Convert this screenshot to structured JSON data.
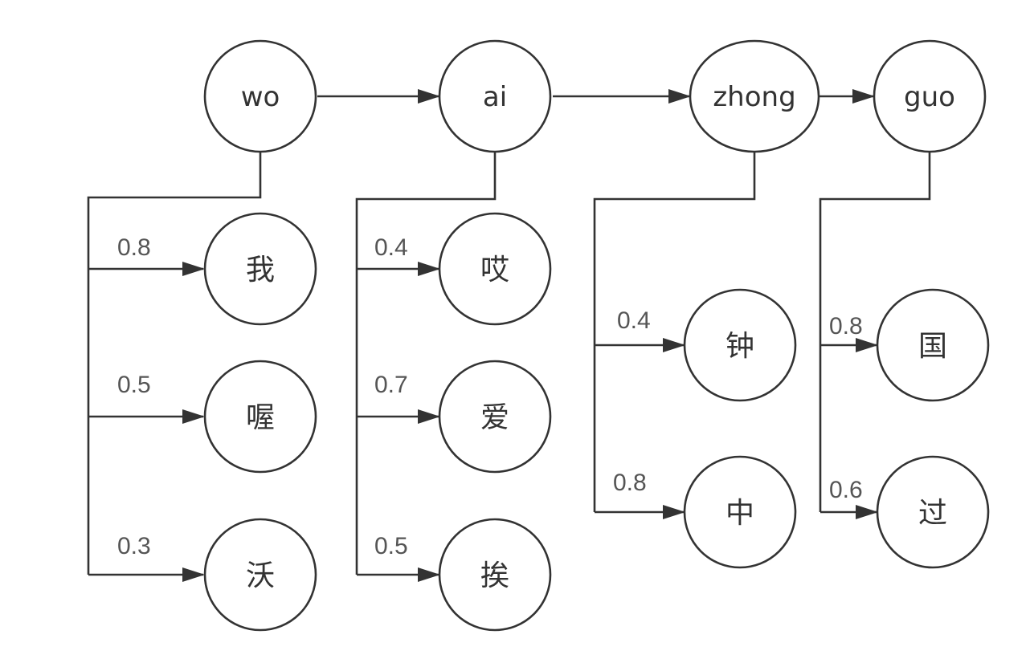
{
  "pinyin": [
    {
      "id": "wo",
      "label": "wo"
    },
    {
      "id": "ai",
      "label": "ai"
    },
    {
      "id": "zhong",
      "label": "zhong"
    },
    {
      "id": "guo",
      "label": "guo"
    }
  ],
  "candidates": {
    "wo": [
      {
        "char": "我",
        "prob": "0.8"
      },
      {
        "char": "喔",
        "prob": "0.5"
      },
      {
        "char": "沃",
        "prob": "0.3"
      }
    ],
    "ai": [
      {
        "char": "哎",
        "prob": "0.4"
      },
      {
        "char": "爱",
        "prob": "0.7"
      },
      {
        "char": "挨",
        "prob": "0.5"
      }
    ],
    "zhong": [
      {
        "char": "钟",
        "prob": "0.4"
      },
      {
        "char": "中",
        "prob": "0.8"
      }
    ],
    "guo": [
      {
        "char": "国",
        "prob": "0.8"
      },
      {
        "char": "过",
        "prob": "0.6"
      }
    ]
  }
}
